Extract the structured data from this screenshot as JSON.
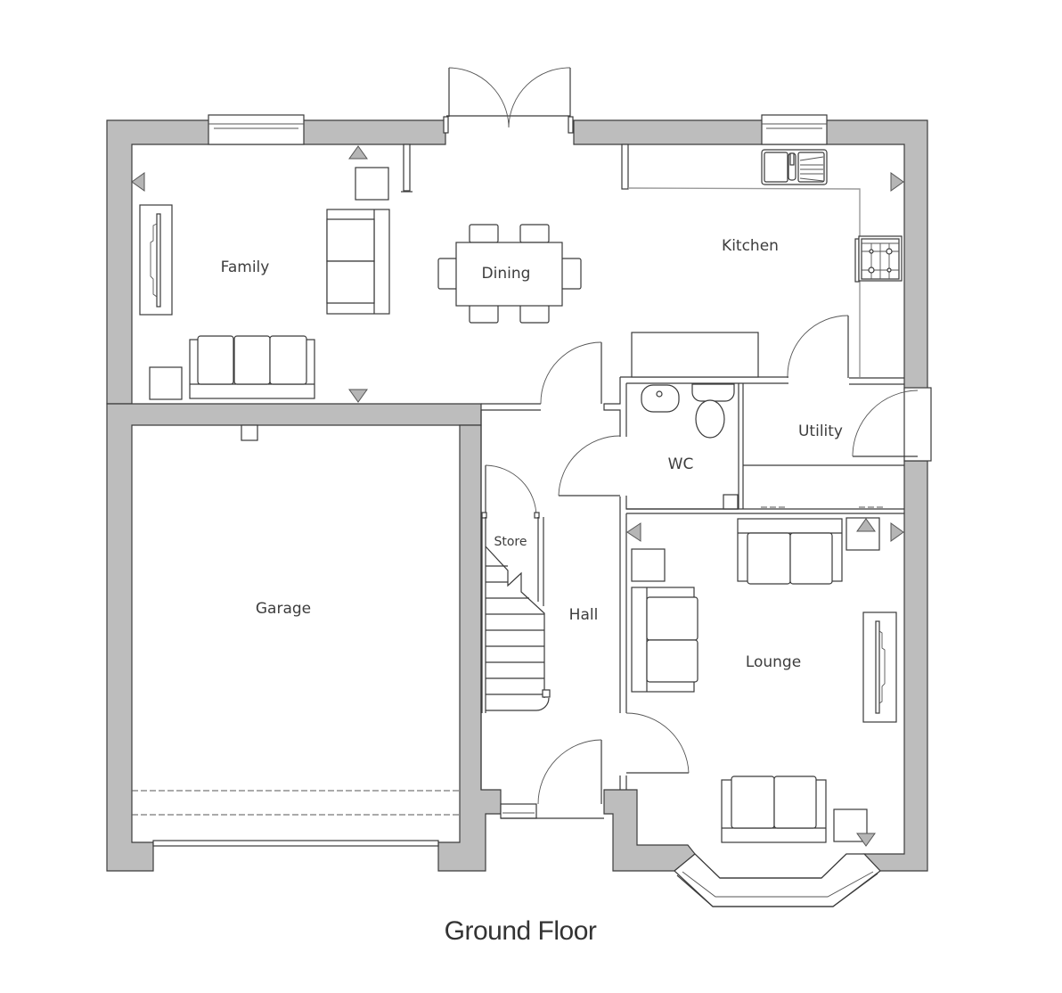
{
  "plan": {
    "title": "Ground Floor",
    "colors": {
      "wall_fill": "#bdbdbd",
      "line": "#3a3a3a",
      "label": "#3d3d3d",
      "marker": "#b5b5b5"
    },
    "rooms": {
      "family": "Family",
      "dining": "Dining",
      "kitchen": "Kitchen",
      "utility": "Utility",
      "wc": "WC",
      "store": "Store",
      "hall": "Hall",
      "lounge": "Lounge",
      "garage": "Garage"
    }
  }
}
